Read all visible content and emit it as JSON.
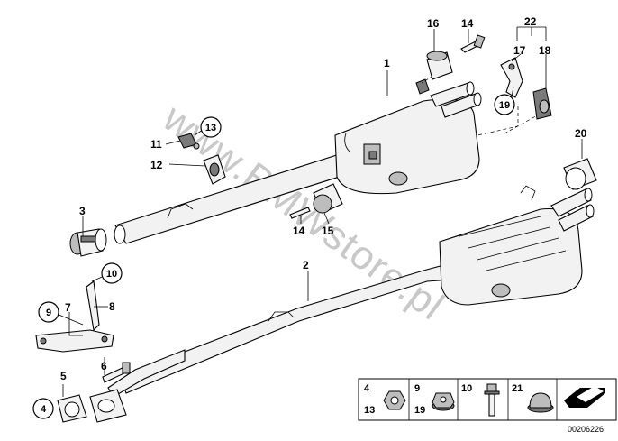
{
  "diagram": {
    "watermark": "www.BMWstore.pl",
    "image_code": "00206226",
    "part_labels": {
      "p1": "1",
      "p2": "2",
      "p3": "3",
      "p4": "4",
      "p5": "5",
      "p6": "6",
      "p7": "7",
      "p8": "8",
      "p9": "9",
      "p10": "10",
      "p11": "11",
      "p12": "12",
      "p13": "13",
      "p14a": "14",
      "p14b": "14",
      "p15": "15",
      "p16": "16",
      "p17": "17",
      "p18": "18",
      "p19": "19",
      "p20": "20",
      "p22": "22"
    },
    "legend": {
      "cell1_top": "4",
      "cell1_bottom": "13",
      "cell2_top": "9",
      "cell2_bottom": "19",
      "cell3": "10",
      "cell4": "21"
    }
  }
}
